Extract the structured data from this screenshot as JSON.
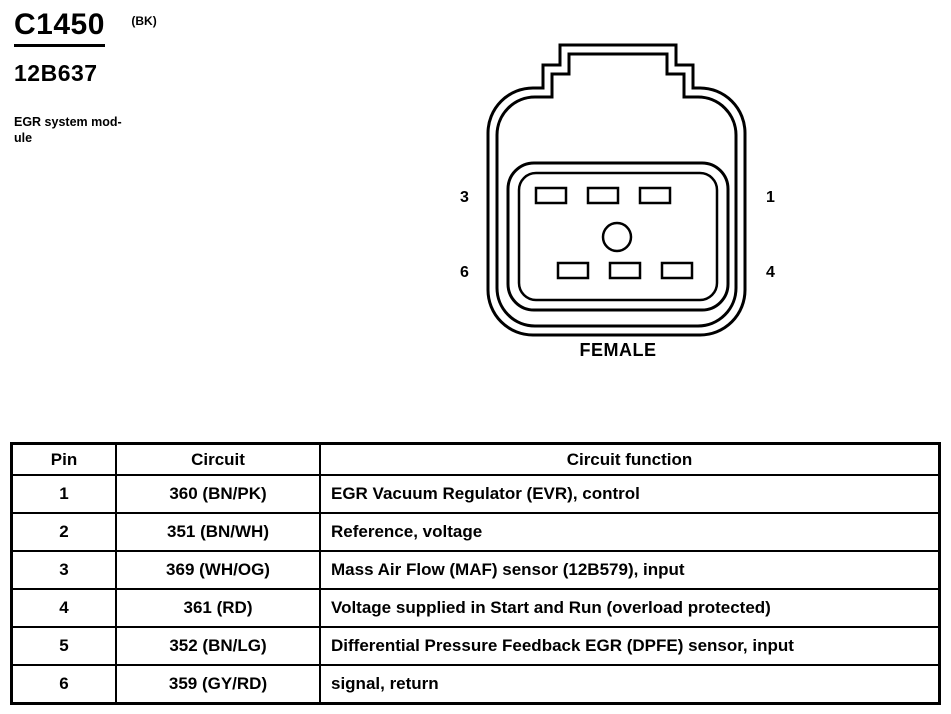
{
  "header": {
    "connector_id": "C1450",
    "connector_color": "(BK)",
    "part_number": "12B637",
    "description_line1": "EGR system mod-",
    "description_line2": "ule"
  },
  "connector": {
    "gender_label": "FEMALE",
    "pin_labels": {
      "top_left": "3",
      "top_right": "1",
      "bottom_left": "6",
      "bottom_right": "4"
    }
  },
  "table": {
    "headers": [
      "Pin",
      "Circuit",
      "Circuit function"
    ],
    "rows": [
      [
        "1",
        "360 (BN/PK)",
        "EGR Vacuum Regulator (EVR), control"
      ],
      [
        "2",
        "351 (BN/WH)",
        "Reference, voltage"
      ],
      [
        "3",
        "369 (WH/OG)",
        "Mass Air Flow (MAF) sensor (12B579), input"
      ],
      [
        "4",
        "361 (RD)",
        "Voltage supplied in Start and Run (overload protected)"
      ],
      [
        "5",
        "352 (BN/LG)",
        "Differential Pressure Feedback EGR (DPFE) sensor, input"
      ],
      [
        "6",
        "359 (GY/RD)",
        "signal, return"
      ]
    ]
  },
  "colors": {
    "ink": "#000000",
    "paper": "#ffffff"
  }
}
